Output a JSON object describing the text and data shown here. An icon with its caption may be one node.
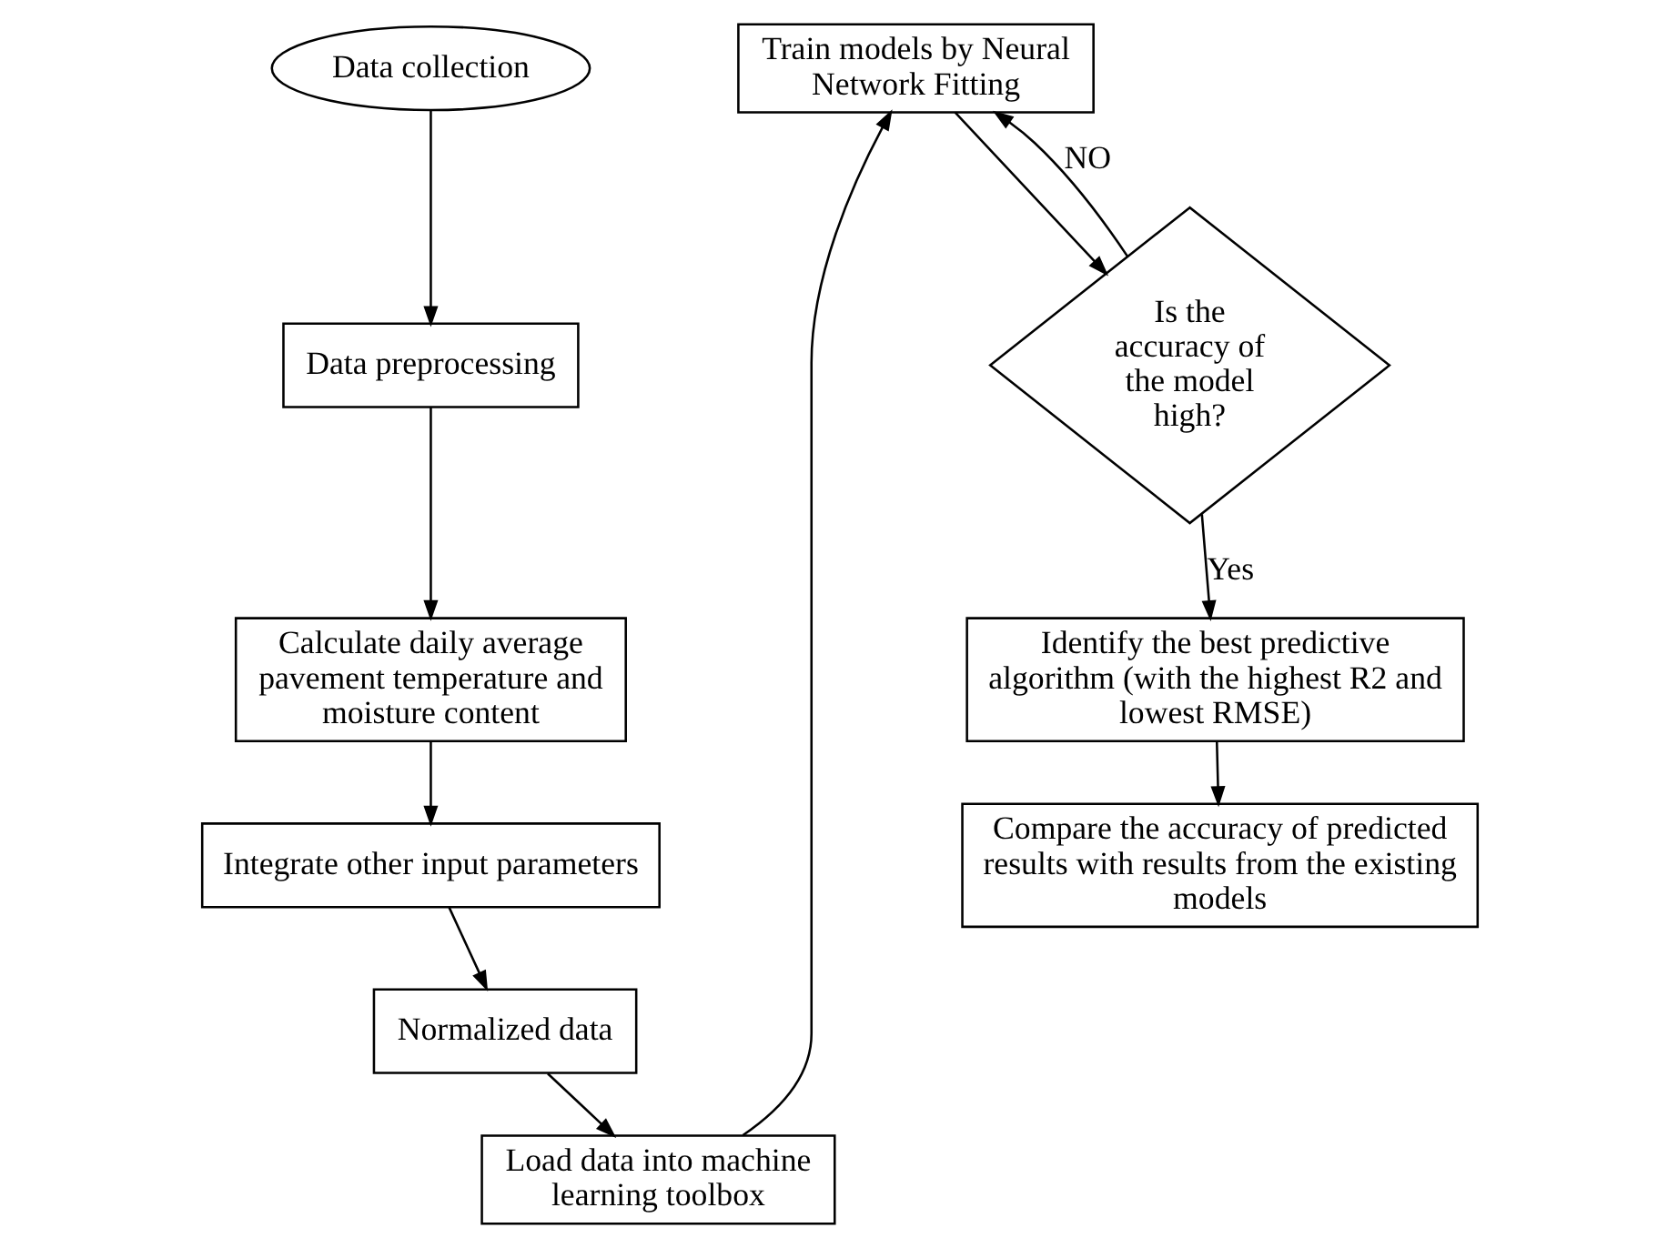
{
  "diagram": {
    "nodes": [
      {
        "text": [
          "Data collection"
        ]
      },
      {
        "text": [
          "Data preprocessing"
        ]
      },
      {
        "text": [
          "Calculate daily average pavement temperature and moisture content"
        ]
      },
      {
        "text": [
          "Integrate other input parameters"
        ]
      },
      {
        "text": [
          "Normalized data"
        ]
      },
      {
        "text": [
          "Load data into machine learning toolbox"
        ]
      },
      {
        "text": [
          "Train models by Neural Network Fitting"
        ]
      },
      {
        "text": [
          "Is the accuracy of the model high?"
        ]
      },
      {
        "text": [
          "Identify the best predictive algorithm (with the highest R2 and lowest RMSE)"
        ]
      },
      {
        "text": [
          "Compare the accuracy of predicted results with results from the existing models"
        ]
      }
    ],
    "edges": [
      {
        "from": 0,
        "to": 1,
        "arrow": "to"
      },
      {
        "from": 1,
        "to": 2,
        "arrow": "to"
      },
      {
        "from": 2,
        "to": 3,
        "arrow": "to"
      },
      {
        "from": 3,
        "to": 4,
        "arrow": "to"
      },
      {
        "from": 4,
        "to": 5,
        "arrow": "to"
      },
      {
        "from": 5,
        "to": 6,
        "arrow": "to"
      },
      {
        "from": 6,
        "to": 7,
        "arrow": "to"
      },
      {
        "from": 7,
        "to": 8,
        "label": "Yes",
        "arrow": "to"
      },
      {
        "from": 8,
        "to": 9,
        "arrow": "to"
      },
      {
        "from": 7,
        "to": 6,
        "label": "NO",
        "arrow": "to"
      }
    ]
  }
}
